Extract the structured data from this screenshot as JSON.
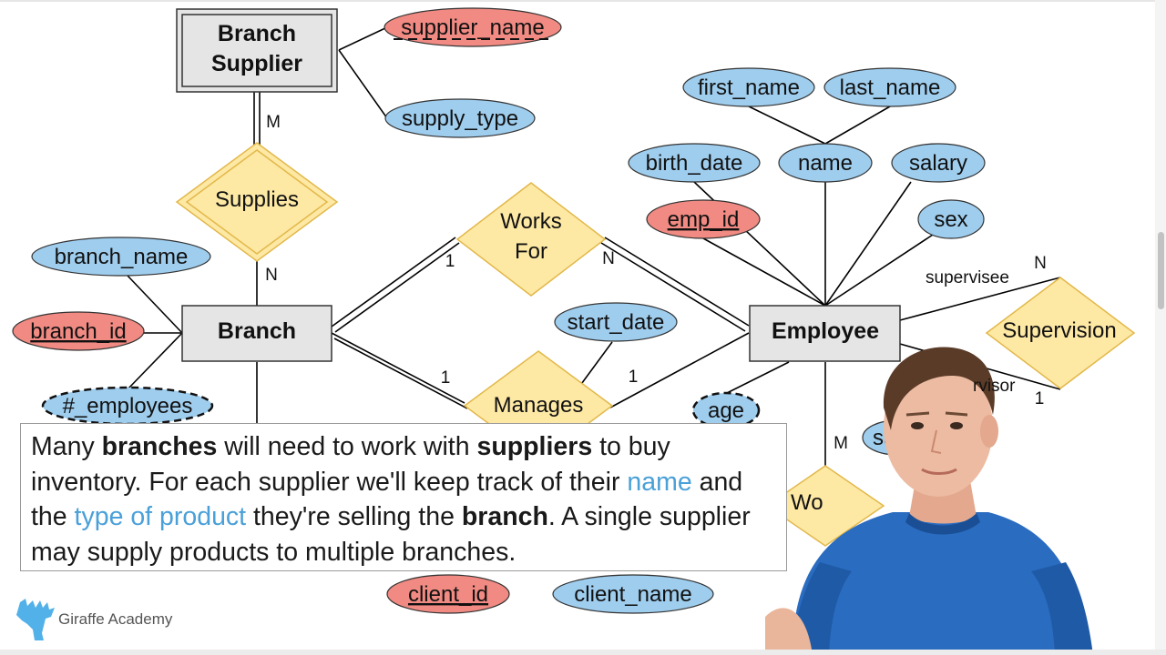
{
  "entities": {
    "branch_supplier": [
      "Branch",
      "Supplier"
    ],
    "branch": "Branch",
    "employee": "Employee"
  },
  "attributes": {
    "supplier_name": "supplier_name",
    "supply_type": "supply_type",
    "first_name": "first_name",
    "last_name": "last_name",
    "birth_date": "birth_date",
    "name": "name",
    "salary": "salary",
    "emp_id": "emp_id",
    "sex": "sex",
    "branch_name": "branch_name",
    "branch_id": "branch_id",
    "employees_count": "#_employees",
    "start_date": "start_date",
    "age": "age",
    "client_id": "client_id",
    "client_name": "client_name",
    "sa_partial": "sa"
  },
  "relationships": {
    "supplies": "Supplies",
    "works_for": [
      "Works",
      "For"
    ],
    "manages": "Manages",
    "supervision": "Supervision",
    "works_with_partial": "Wo"
  },
  "cardinalities": {
    "supplies_top": "M",
    "supplies_bottom": "N",
    "works_for_left": "1",
    "works_for_right": "N",
    "manages_left": "1",
    "manages_right": "1",
    "supervision_top": "N",
    "supervision_bottom": "1",
    "employee_works_with": "M"
  },
  "roles": {
    "supervisee": "supervisee",
    "supervisor_partial": "rvisor"
  },
  "caption": {
    "t1": "Many ",
    "b1": "branches",
    "t2": " will need to work with ",
    "b2": "suppliers",
    "t3": " to buy inventory. For each supplier we'll keep track of their ",
    "h1": "name",
    "t4": " and the ",
    "h2": "type of product",
    "t5": " they're selling the ",
    "b3": "branch",
    "t6": ". A single supplier may supply products to multiple branches."
  },
  "logo": {
    "text": "Giraffe Academy"
  },
  "colors": {
    "entity_fill": "#e5e5e5",
    "attribute_blue": "#9fcdee",
    "key_red": "#f08a82",
    "relationship_yellow": "#fde8a4",
    "relationship_stroke": "#e2b84a",
    "highlight_text": "#4aa0d8",
    "logo_blue": "#52b1e8",
    "presenter_shirt": "#2a6cc0"
  }
}
